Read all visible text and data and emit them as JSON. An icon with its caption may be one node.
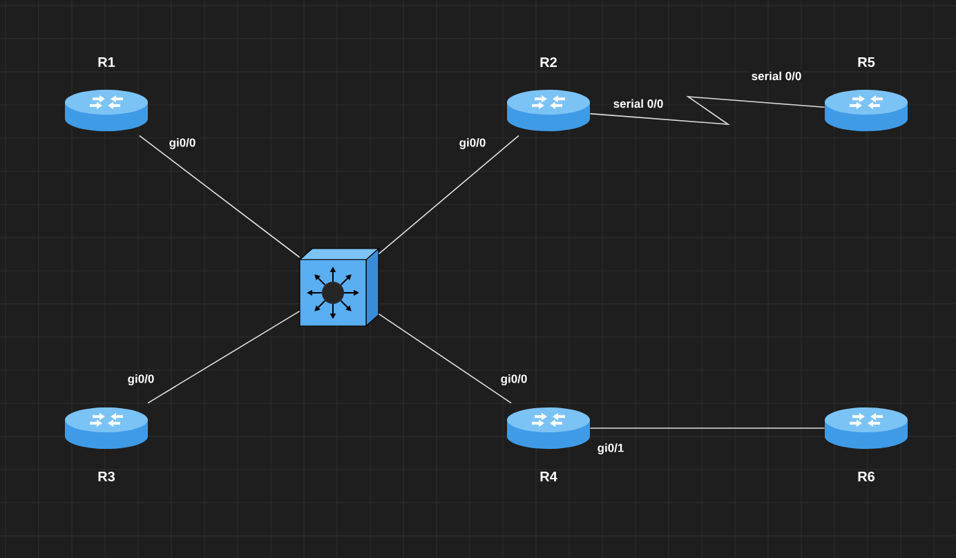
{
  "diagram": {
    "nodes": [
      {
        "text": [
          "R1"
        ]
      },
      {
        "text": [
          "R2"
        ]
      },
      {
        "text": [
          "R5"
        ]
      },
      {
        "text": [],
        "shape": "picture"
      },
      {
        "text": [
          "R3"
        ]
      },
      {
        "text": [
          "R4"
        ]
      },
      {
        "text": [
          "R6"
        ]
      }
    ],
    "edges": [
      {
        "from": 0,
        "to": 3,
        "arrow": "none",
        "label": "gi0/0"
      },
      {
        "from": 1,
        "to": 3,
        "arrow": "none",
        "label": "gi0/0"
      },
      {
        "from": 4,
        "to": 3,
        "arrow": "none",
        "label": "gi0/0"
      },
      {
        "from": 5,
        "to": 3,
        "arrow": "none",
        "label": "gi0/0"
      },
      {
        "from": 1,
        "to": 2,
        "arrow": "none",
        "label": "serial 0/0"
      },
      {
        "from": 5,
        "to": 6,
        "arrow": "none",
        "label": "gi0/1"
      }
    ],
    "labels": [
      "serial 0/0"
    ]
  }
}
